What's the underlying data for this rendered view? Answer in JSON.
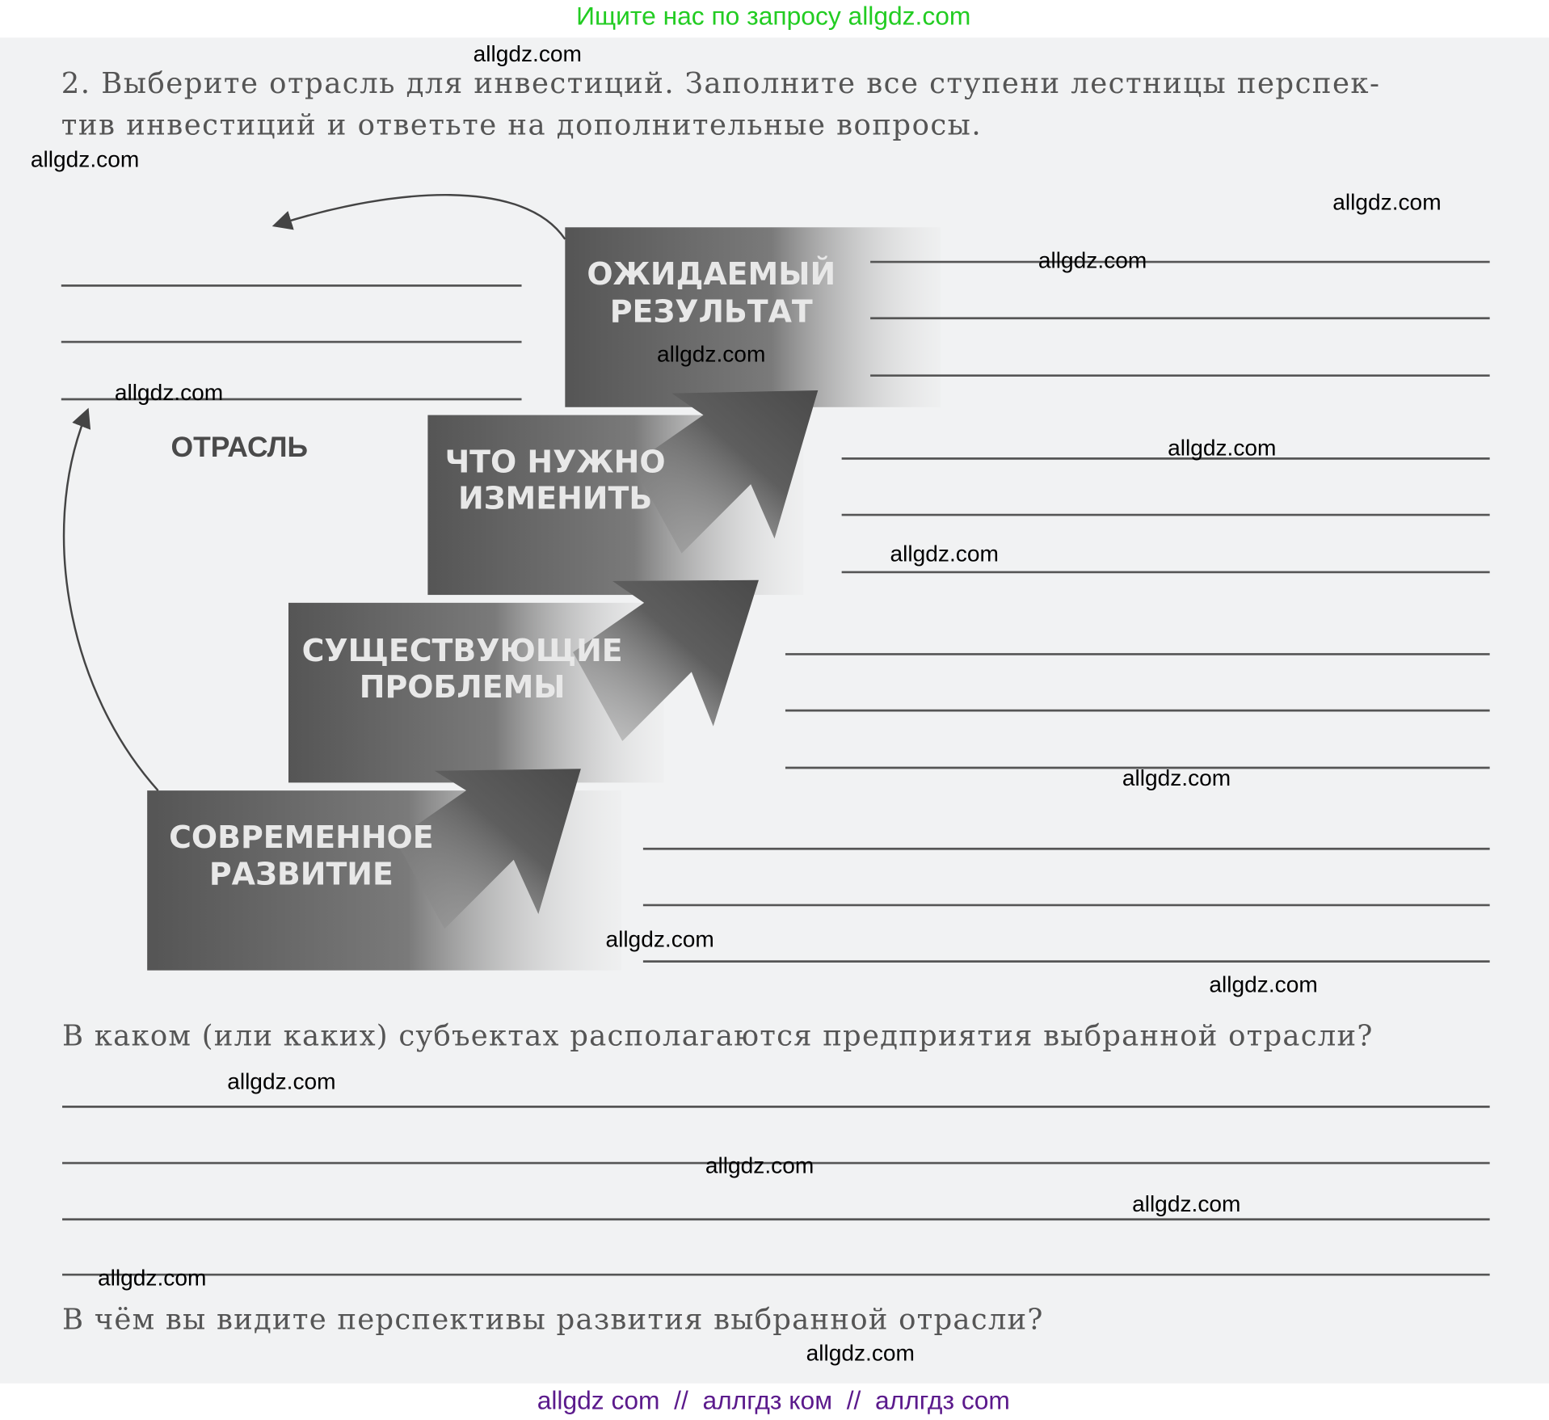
{
  "watermark_top": "Ищите нас по запросу allgdz.com",
  "task": {
    "line1": "2.  Выберите отрасль для инвестиций. Заполните все ступени лестницы перспек-",
    "line2": "тив инвестиций и ответьте на дополнительные вопросы."
  },
  "ladder": {
    "industry_label": "ОТРАСЛЬ",
    "steps": [
      {
        "line1": "ОЖИДАЕМЫЙ",
        "line2": "РЕЗУЛЬТАТ"
      },
      {
        "line1": "ЧТО НУЖНО",
        "line2": "ИЗМЕНИТЬ"
      },
      {
        "line1": "СУЩЕСТВУЮЩИЕ",
        "line2": "ПРОБЛЕМЫ"
      },
      {
        "line1": "СОВРЕМЕННОЕ",
        "line2": "РАЗВИТИЕ"
      }
    ]
  },
  "questions": [
    "В каком (или каких) субъектах располагаются предприятия выбранной отрасли?",
    "В чём вы видите перспективы развития выбранной отрасли?"
  ],
  "watermark": "allgdz.com",
  "footer": "allgdz com  //  аллгдз ком  //  аллгдз com",
  "colors": {
    "top_watermark": "#22cc22",
    "footer": "#5b1a8c",
    "step_box": "#5a5a5a"
  }
}
